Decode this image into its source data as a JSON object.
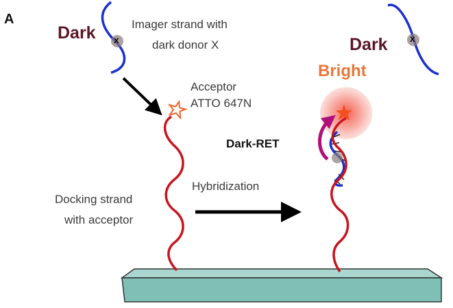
{
  "panel_label": "A",
  "left": {
    "dark_label": "Dark",
    "imager_label_line1": "Imager strand with",
    "imager_label_line2": "dark donor X",
    "donor_mark": "x",
    "acceptor_line1": "Acceptor",
    "acceptor_line2": "ATTO 647N",
    "docking_line1": "Docking strand",
    "docking_line2": "with acceptor"
  },
  "middle": {
    "hybridization_label": "Hybridization"
  },
  "right": {
    "dark_label": "Dark",
    "donor_mark": "x",
    "bright_label": "Bright",
    "darkret_label": "Dark-RET"
  },
  "colors": {
    "dark": "#5a1526",
    "bright": "#e8783a",
    "strand_blue": "#1a2fd0",
    "strand_red": "#c8141e",
    "surface": "#7fbfb5"
  }
}
